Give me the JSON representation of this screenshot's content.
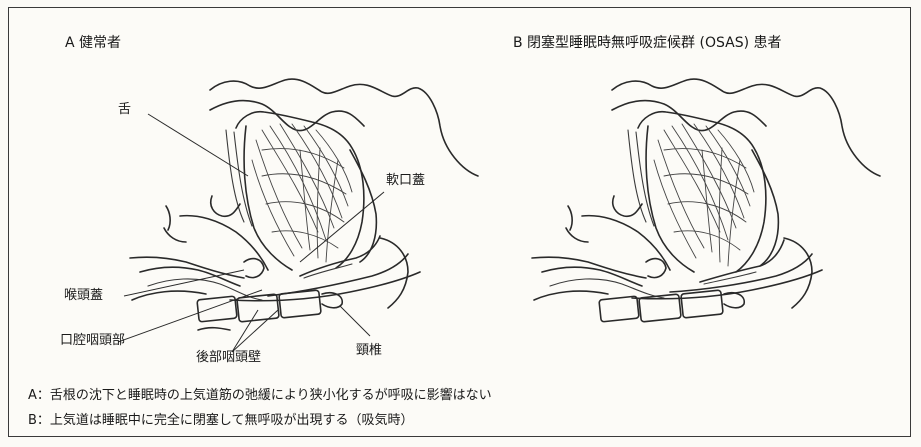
{
  "panel_a": {
    "title": "A  健常者",
    "labels": {
      "tongue": "舌",
      "soft_palate": "軟口蓋",
      "epiglottis": "喉頭蓋",
      "oropharynx": "口腔咽頭部",
      "posterior_wall": "後部咽頭壁",
      "cervical_spine": "頸椎"
    }
  },
  "panel_b": {
    "title": "B  閉塞型睡眠時無呼吸症候群 (OSAS) 患者"
  },
  "captions": {
    "a": "A：舌根の沈下と睡眠時の上気道筋の弛緩により狭小化するが呼吸に影響はない",
    "b": "B：上気道は睡眠中に完全に閉塞して無呼吸が出現する（吸気時）"
  }
}
